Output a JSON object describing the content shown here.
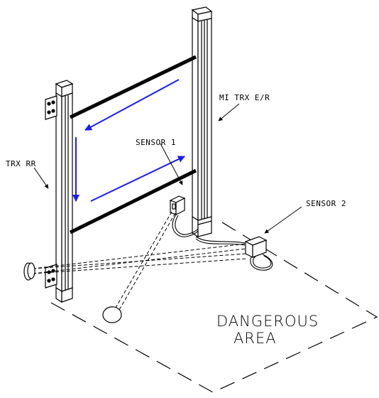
{
  "labels": {
    "mi_trx": "MI TRX E/R",
    "sensor1": "SENSOR 1",
    "sensor2": "SENSOR 2",
    "trx_rr": "TRX RR",
    "danger_line1": "DANGEROUS",
    "danger_line2": "AREA"
  },
  "colors": {
    "line": "#000000",
    "beam_arrow": "#1a1aff",
    "background": "#ffffff"
  },
  "icons": {
    "arrow": "blue-arrow",
    "hinge": "bracket-icon"
  }
}
